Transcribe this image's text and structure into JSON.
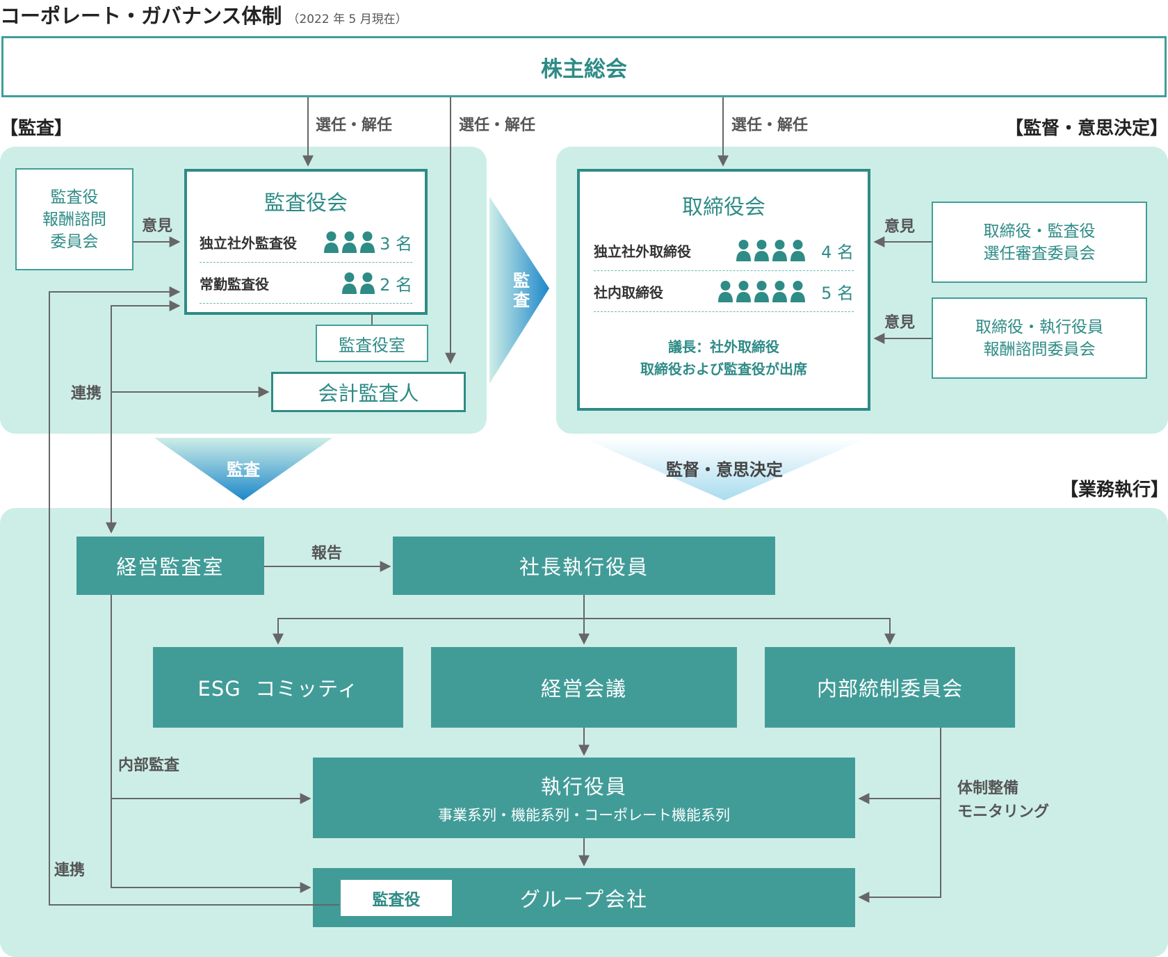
{
  "header": {
    "title": "コーポレート・ガバナンス体制",
    "date_note": "（2022 年 5 月現在）"
  },
  "shareholders": "株主総会",
  "labels": {
    "select_dismiss": "選任・解任",
    "audit_section": "【監査】",
    "supervision_section": "【監督・意思決定】",
    "execution_section": "【業務執行】",
    "opinion": "意見",
    "cooperation": "連携",
    "report": "報告",
    "internal_audit": "内部監査",
    "system_monitoring": "体制整備\nモニタリング",
    "audit_vertical": "監査",
    "audit_arrow": "監査",
    "supervision_arrow": "監督・意思決定"
  },
  "audit_panel": {
    "remuneration_committee": "監査役\n報酬諮問\n委員会",
    "board_of_auditors": {
      "title": "監査役会",
      "rows": [
        {
          "label": "独立社外監査役",
          "count": "3 名",
          "people": 3
        },
        {
          "label": "常勤監査役",
          "count": "2 名",
          "people": 2
        }
      ]
    },
    "auditors_office": "監査役室",
    "accounting_auditor": "会計監査人"
  },
  "board_panel": {
    "board_of_directors": {
      "title": "取締役会",
      "rows": [
        {
          "label": "独立社外取締役",
          "count": "4 名",
          "people": 4
        },
        {
          "label": "社内取締役",
          "count": "5 名",
          "people": 5
        }
      ],
      "note": "議長：社外取締役\n取締役および監査役が出席"
    },
    "nomination_committee": "取締役・監査役\n選任審査委員会",
    "compensation_committee": "取締役・執行役員\n報酬諮問委員会"
  },
  "execution_panel": {
    "internal_audit_office": "経営監査室",
    "president": "社長執行役員",
    "esg_committee": "ESG  コミッティ",
    "management_meeting": "経営会議",
    "internal_control_committee": "内部統制委員会",
    "executive_officers": {
      "title": "執行役員",
      "subtitle": "事業系列・機能系列・コーポレート機能系列"
    },
    "group_companies": "グループ会社",
    "group_auditor": "監査役"
  },
  "colors": {
    "teal": "#419c98",
    "teal_dark": "#2e8b86",
    "panel": "#cdeee7",
    "arrow_blue": "#1d87c9",
    "line": "#666666"
  }
}
